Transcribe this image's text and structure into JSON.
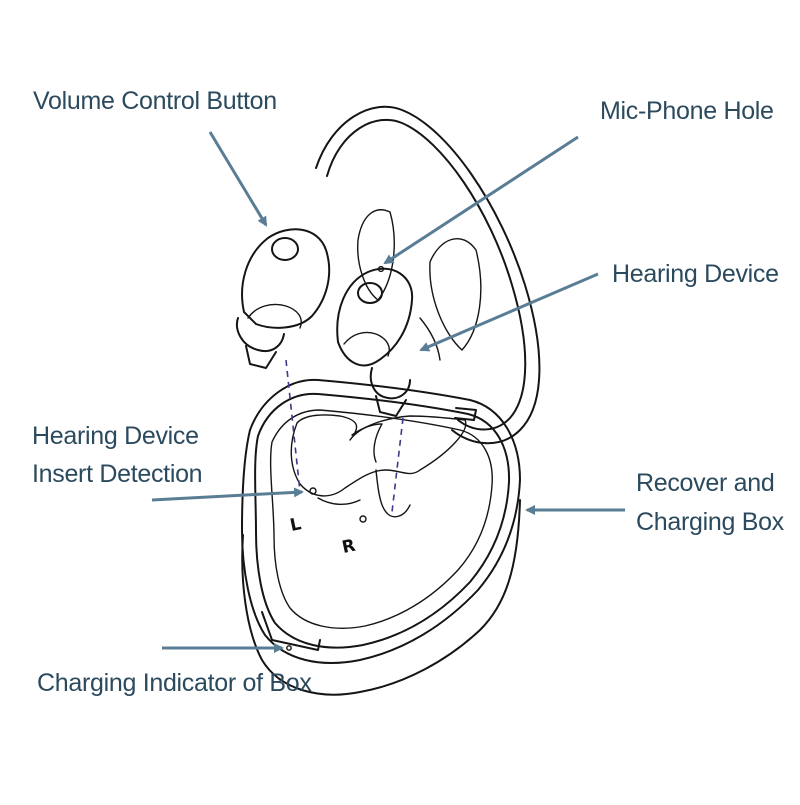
{
  "labels": {
    "volume_control_button": "Volume Control Button",
    "mic_phone_hole": "Mic-Phone Hole",
    "hearing_device": "Hearing Device",
    "hearing_device_insert_detection_line1": "Hearing Device",
    "hearing_device_insert_detection_line2": "Insert Detection",
    "recover_charging_box_line1": "Recover and",
    "recover_charging_box_line2": "Charging Box",
    "charging_indicator": "Charging Indicator of Box"
  },
  "slot_marks": {
    "left": "L",
    "right": "R"
  },
  "colors": {
    "label_text": "#2b4a5e",
    "arrow": "#5a7d96",
    "line_art": "#151515",
    "dashed_guide": "#3b3b8a"
  }
}
